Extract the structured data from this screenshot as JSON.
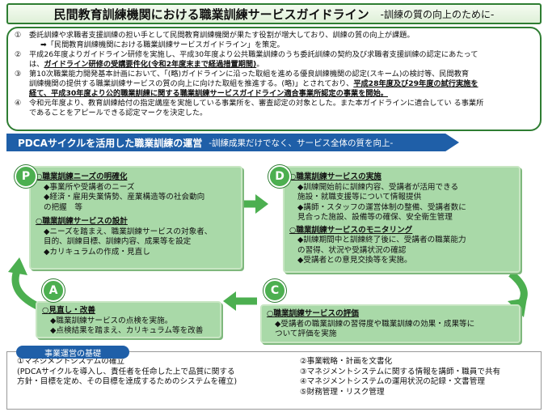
{
  "title": {
    "main": "民間教育訓練機関における職業訓練サービスガイドライン",
    "sub": "-訓練の質の向上のために-"
  },
  "points": [
    {
      "num": "①",
      "lines": [
        "委託訓練や求職者支援訓練の担い手として民間教育訓練機関が果たす役割が増大しており、訓練の質の向上が課題。",
        "➡「民間教育訓練機関における職業訓練サービスガイドライン」を策定。"
      ]
    },
    {
      "num": "②",
      "lines": [
        "平成26年度よりガイドライン研修を実施し、平成30年度より公共職業訓練のうち委託訓練の契約及び求職者支援訓練の認定にあたって",
        "は、"
      ],
      "underline": "ガイドライン研修の受講要件化(令和2年度末まで経過措置期間)",
      "tail": "。"
    },
    {
      "num": "③",
      "lines": [
        "第10次職業能力開発基本計画において、「(略)ガイドラインに沿った取組を進める優良訓練機関の認定(スキーム)の検討等、民間教育",
        "訓練機関の提供する職業訓練サービスの質の向上に向けた取組を推進する。(略)」とされており、"
      ],
      "underline_a": "平成28年度及び29年度の試行実施を",
      "underline_b": "経て、平成30年度より公的職業訓練に関する職業訓練サービスガイドライン適合事業所認定の事業を開始。"
    },
    {
      "num": "④",
      "lines": [
        "令和元年度より、教育訓練給付の指定講座を実施している事業所を、審査認定の対象とした。また本ガイドラインに適合してい る事業所",
        "であることをアピールできる認定マークを決定した。"
      ]
    }
  ],
  "pdca": {
    "main": "PDCAサイクルを活用した職業訓練の運営",
    "sub": "-訓練成果だけでなく、サービス全体の質を向上-"
  },
  "p_box": {
    "letter": "P",
    "sections": [
      {
        "title": "○職業訓練ニーズの明確化",
        "items": [
          "◆事業所や受講者のニーズ",
          "◆経済・雇用失業情勢、産業構造等の社会動向",
          "  の把握　等"
        ]
      },
      {
        "title": "○職業訓練サービスの設計",
        "items": [
          "◆ニーズを踏まえ、職業訓練サービスの対象者、",
          "  目的、訓練目標、訓練内容、成果等を設定",
          "◆カリキュラムの作成・見直し"
        ]
      }
    ]
  },
  "d_box": {
    "letter": "D",
    "sections": [
      {
        "title": "○職業訓練サービスの実施",
        "items": [
          "◆訓練開始前に訓練内容、受講者が活用できる",
          "  施設・就職支援等について情報提供",
          "◆講師・スタッフの運営体制の整備、受講者数に",
          "  見合った施設、設備等の確保、安全衛生管理"
        ]
      },
      {
        "title": "○職業訓練サービスのモニタリング",
        "items": [
          "◆訓練期間中と訓練終了後に、受講者の職業能力",
          "  の習得、状況や受講状況の確認",
          "◆受講者との意見交換等を実施。"
        ]
      }
    ]
  },
  "a_box": {
    "letter": "A",
    "sections": [
      {
        "title": "○見直し・改善",
        "items": [
          "◆職業訓練サービスの点検を実施。",
          "◆点検結果を踏まえ、カリキュラム等を改善"
        ]
      }
    ]
  },
  "c_box": {
    "letter": "C",
    "sections": [
      {
        "title": "○職業訓練サービスの評価",
        "items": [
          "◆受講者の職業訓練の習得度や職業訓練の効果・成果等に",
          "  ついて評価を実施"
        ]
      }
    ]
  },
  "kiban": {
    "label": "事業運営の基礎",
    "left": [
      "①マネジメントシステムの確立",
      "(PDCAサイクルを導入し、責任者を任命した上で品質に関する",
      "方針・目標を定め、その目標を達成するためのシステムを確立)"
    ],
    "right": [
      "②事業戦略・計画を文書化",
      "③マネジメントシステムに関する情報を講師・職員で共有",
      "④マネジメントシステムの運用状況の記録・文書管理",
      "⑤財務管理・リスク管理"
    ]
  },
  "colors": {
    "green_border": "#2e7d32",
    "box_fill": "#a9d9a8",
    "circle": "#4caf50",
    "banner_blue": "#1f5fa8"
  }
}
